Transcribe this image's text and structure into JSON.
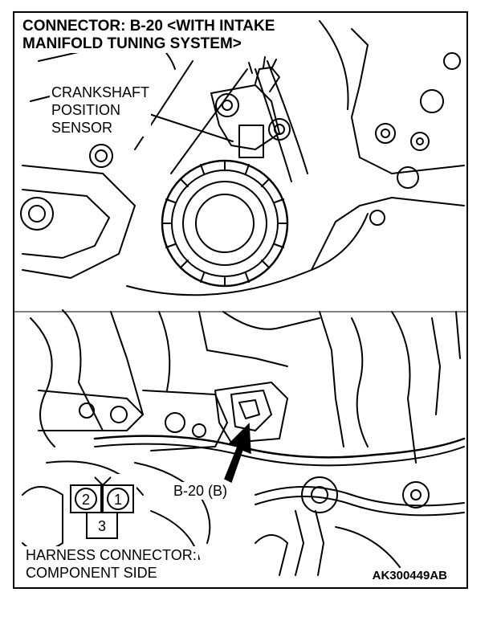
{
  "title": {
    "line1": "CONNECTOR: B-20 <WITH INTAKE",
    "line2": "MANIFOLD TUNING SYSTEM>"
  },
  "callouts": {
    "sensor_line1": "CRANKSHAFT",
    "sensor_line2": "POSITION",
    "sensor_line3": "SENSOR",
    "connector": "B-20 (B)"
  },
  "harness": {
    "line1": "HARNESS CONNECTOR:",
    "line2": "COMPONENT SIDE"
  },
  "pins": [
    "2",
    "1",
    "3"
  ],
  "figure_code": "AK300449AB"
}
